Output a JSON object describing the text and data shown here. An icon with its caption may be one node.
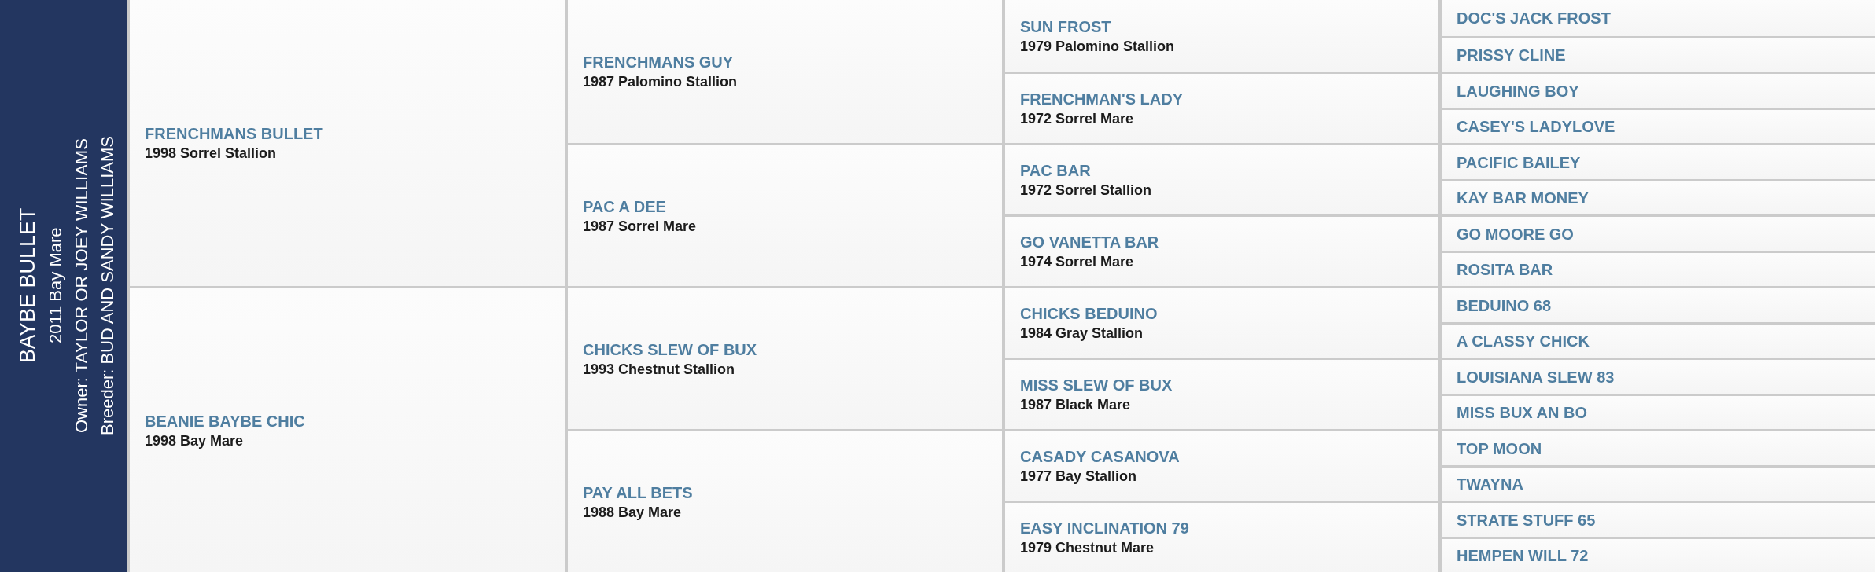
{
  "diagram": {
    "nodes": [
      {
        "text": [
          "BAYBE BULLET",
          "2011 Bay Mare",
          "Owner: TAYLOR OR JOEY WILLIAMS",
          "Breeder: BUD AND SANDY WILLIAMS"
        ]
      },
      {
        "text": [
          "FRENCHMANS BULLET",
          "1998 Sorrel Stallion"
        ]
      },
      {
        "text": [
          "BEANIE BAYBE CHIC",
          "1998 Bay Mare"
        ]
      },
      {
        "text": [
          "FRENCHMANS GUY",
          "1987 Palomino Stallion"
        ]
      },
      {
        "text": [
          "PAC A DEE",
          "1987 Sorrel Mare"
        ]
      },
      {
        "text": [
          "CHICKS SLEW OF BUX",
          "1993 Chestnut Stallion"
        ]
      },
      {
        "text": [
          "PAY ALL BETS",
          "1988 Bay Mare"
        ]
      },
      {
        "text": [
          "SUN FROST",
          "1979 Palomino Stallion"
        ]
      },
      {
        "text": [
          "FRENCHMAN'S LADY",
          "1972 Sorrel Mare"
        ]
      },
      {
        "text": [
          "PAC BAR",
          "1972 Sorrel Stallion"
        ]
      },
      {
        "text": [
          "GO VANETTA BAR",
          "1974 Sorrel Mare"
        ]
      },
      {
        "text": [
          "CHICKS BEDUINO",
          "1984 Gray Stallion"
        ]
      },
      {
        "text": [
          "MISS SLEW OF BUX",
          "1987 Black Mare"
        ]
      },
      {
        "text": [
          "CASADY CASANOVA",
          "1977 Bay Stallion"
        ]
      },
      {
        "text": [
          "EASY INCLINATION 79",
          "1979 Chestnut Mare"
        ]
      },
      {
        "text": [
          "DOC'S JACK FROST"
        ]
      },
      {
        "text": [
          "PRISSY CLINE"
        ]
      },
      {
        "text": [
          "LAUGHING BOY"
        ]
      },
      {
        "text": [
          "CASEY'S LADYLOVE"
        ]
      },
      {
        "text": [
          "PACIFIC BAILEY"
        ]
      },
      {
        "text": [
          "KAY BAR MONEY"
        ]
      },
      {
        "text": [
          "GO MOORE GO"
        ]
      },
      {
        "text": [
          "ROSITA BAR"
        ]
      },
      {
        "text": [
          "BEDUINO 68"
        ]
      },
      {
        "text": [
          "A CLASSY CHICK"
        ]
      },
      {
        "text": [
          "LOUISIANA SLEW 83"
        ]
      },
      {
        "text": [
          "MISS BUX AN BO"
        ]
      },
      {
        "text": [
          "TOP MOON"
        ]
      },
      {
        "text": [
          "TWAYNA"
        ]
      },
      {
        "text": [
          "STRATE STUFF 65"
        ]
      },
      {
        "text": [
          "HEMPEN WILL 72"
        ]
      }
    ]
  }
}
